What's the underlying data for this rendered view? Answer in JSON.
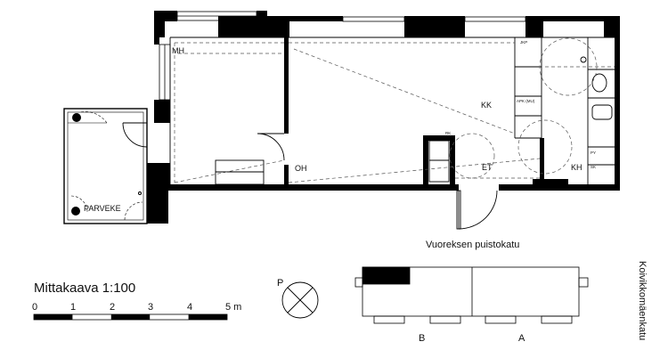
{
  "rooms": {
    "mh": "MH",
    "kk": "KK",
    "oh": "OH",
    "et": "ET",
    "kh": "KH",
    "parveke": "PARVEKE"
  },
  "fixtures": {
    "jkp": "JKP",
    "apk": "APK (MU)",
    "rk": "RK",
    "py": "PY",
    "sk": "SK"
  },
  "scale": {
    "title": "Mittakaava 1:100",
    "ticks": [
      "0",
      "1",
      "2",
      "3",
      "4",
      "5 m"
    ]
  },
  "compass": {
    "label": "P"
  },
  "site": {
    "street_top": "Vuoreksen puistokatu",
    "street_right": "Koivikkomäenkatu",
    "label_b": "B",
    "label_a": "A"
  }
}
